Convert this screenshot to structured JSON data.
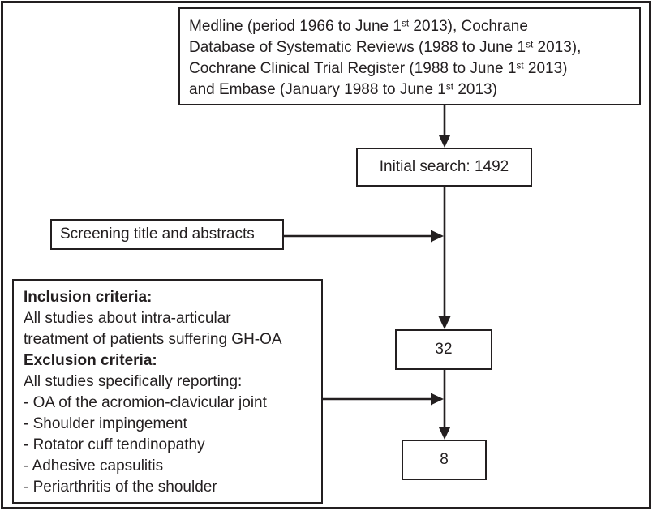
{
  "figure": {
    "type": "systematic-review-flow-diagram",
    "colors": {
      "line": "#231f20",
      "background": "#ffffff"
    }
  },
  "sources_box": {
    "lines": [
      {
        "pre": "Medline (period 1966 to June 1",
        "sup": "st",
        "post": " 2013), Cochrane"
      },
      {
        "pre": "Database of Systematic Reviews (1988 to June 1",
        "sup": "st",
        "post": " 2013),"
      },
      {
        "pre": "Cochrane Clinical Trial Register (1988 to June 1",
        "sup": "st",
        "post": " 2013)"
      },
      {
        "pre": "and Embase (January 1988 to June 1",
        "sup": "st",
        "post": " 2013)"
      }
    ]
  },
  "initial_search_box": {
    "label": "Initial search: 1492"
  },
  "screening_box": {
    "label": "Screening title and abstracts"
  },
  "criteria_box": {
    "lines": [
      {
        "text": "Inclusion criteria:"
      },
      {
        "text": "All studies about intra-articular"
      },
      {
        "text": "treatment of patients suffering GH-OA"
      },
      {
        "text": "Exclusion criteria:"
      },
      {
        "text": "All studies specifically reporting:"
      },
      {
        "text": "- OA of the acromion-clavicular joint"
      },
      {
        "text": "- Shoulder impingement"
      },
      {
        "text": "- Rotator cuff tendinopathy"
      },
      {
        "text": "- Adhesive capsulitis"
      },
      {
        "text": "- Periarthritis of the shoulder"
      }
    ]
  },
  "count_32_box": {
    "value": "32"
  },
  "count_8_box": {
    "value": "8"
  }
}
